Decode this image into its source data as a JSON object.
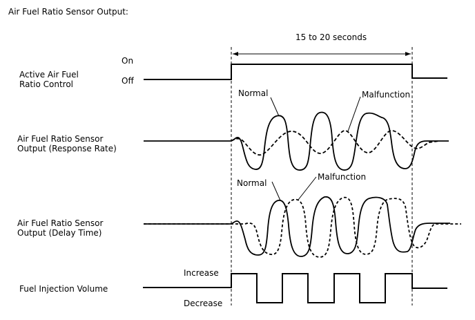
{
  "title": "Air Fuel Ratio Sensor Output:",
  "duration_label": "15 to 20 seconds",
  "rows": {
    "active_control": {
      "label": "Active Air Fuel\nRatio Control",
      "on": "On",
      "off": "Off"
    },
    "response_rate": {
      "label": "Air Fuel Ratio Sensor\nOutput (Response Rate)",
      "normal": "Normal",
      "malfunction": "Malfunction"
    },
    "delay_time": {
      "label": "Air Fuel Ratio Sensor\nOutput (Delay Time)",
      "normal": "Normal",
      "malfunction": "Malfunction"
    },
    "injection": {
      "label": "Fuel Injection Volume",
      "increase": "Increase",
      "decrease": "Decrease"
    }
  }
}
